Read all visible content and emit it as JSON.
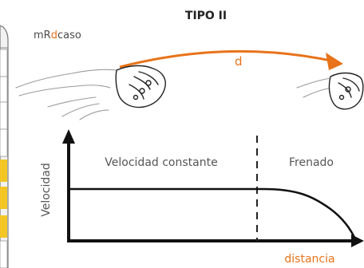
{
  "title": "TIPO II",
  "brand": {
    "prefix": "mR",
    "highlight": "d",
    "suffix": "caso",
    "prefix_color": "#4a4a4a",
    "highlight_color": "#e8731a",
    "suffix_color": "#4a4a4a"
  },
  "arrow_label": "d",
  "chart": {
    "ylabel": "Velocidad",
    "xlabel": "distancia",
    "region_left": "Velocidad constante",
    "region_right": "Frenado"
  },
  "colors": {
    "accent": "#e8731a",
    "text": "#555555",
    "axis": "#111111",
    "highlight_tabs": "#f3c623"
  }
}
